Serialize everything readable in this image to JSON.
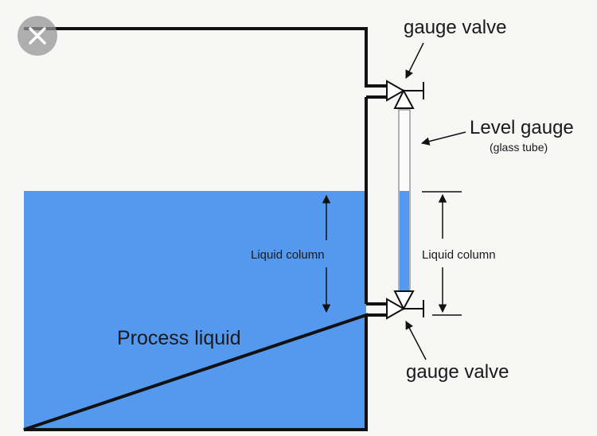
{
  "labels": {
    "gauge_valve_top": "gauge valve",
    "level_gauge": "Level gauge",
    "glass_tube": "(glass tube)",
    "liquid_column_tank": "Liquid column",
    "liquid_column_gauge": "Liquid column",
    "process_liquid": "Process liquid",
    "gauge_valve_bottom": "gauge valve"
  },
  "colors": {
    "liquid": "#5599ee",
    "outline": "#111111",
    "background": "#f7f7f6"
  },
  "overlay": {
    "close_icon": "close-icon"
  }
}
